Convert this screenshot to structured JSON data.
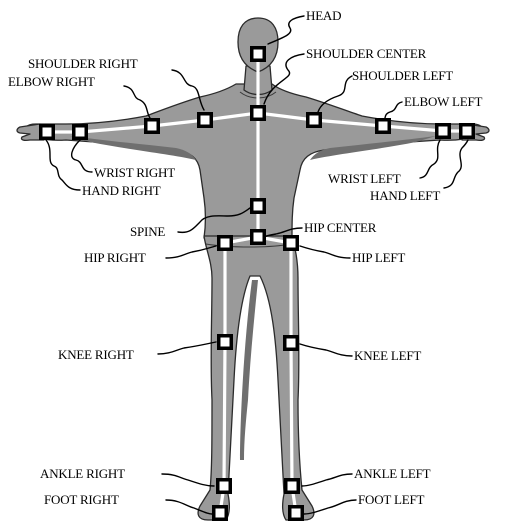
{
  "labels": {
    "head": "HEAD",
    "shoulder_center": "SHOULDER CENTER",
    "shoulder_right": "SHOULDER RIGHT",
    "shoulder_left": "SHOULDER LEFT",
    "elbow_right": "ELBOW RIGHT",
    "elbow_left": "ELBOW LEFT",
    "wrist_right": "WRIST RIGHT",
    "hand_right": "HAND RIGHT",
    "wrist_left": "WRIST LEFT",
    "hand_left": "HAND LEFT",
    "spine": "SPINE",
    "hip_center": "HIP CENTER",
    "hip_right": "HIP RIGHT",
    "hip_left": "HIP LEFT",
    "knee_right": "KNEE RIGHT",
    "knee_left": "KNEE LEFT",
    "ankle_right": "ANKLE RIGHT",
    "ankle_left": "ANKLE LEFT",
    "foot_right": "FOOT RIGHT",
    "foot_left": "FOOT LEFT"
  },
  "colors": {
    "body": "#9a9a9a",
    "skeleton_line": "#ffffff",
    "joint_border": "#000000",
    "label_text": "#000000"
  }
}
